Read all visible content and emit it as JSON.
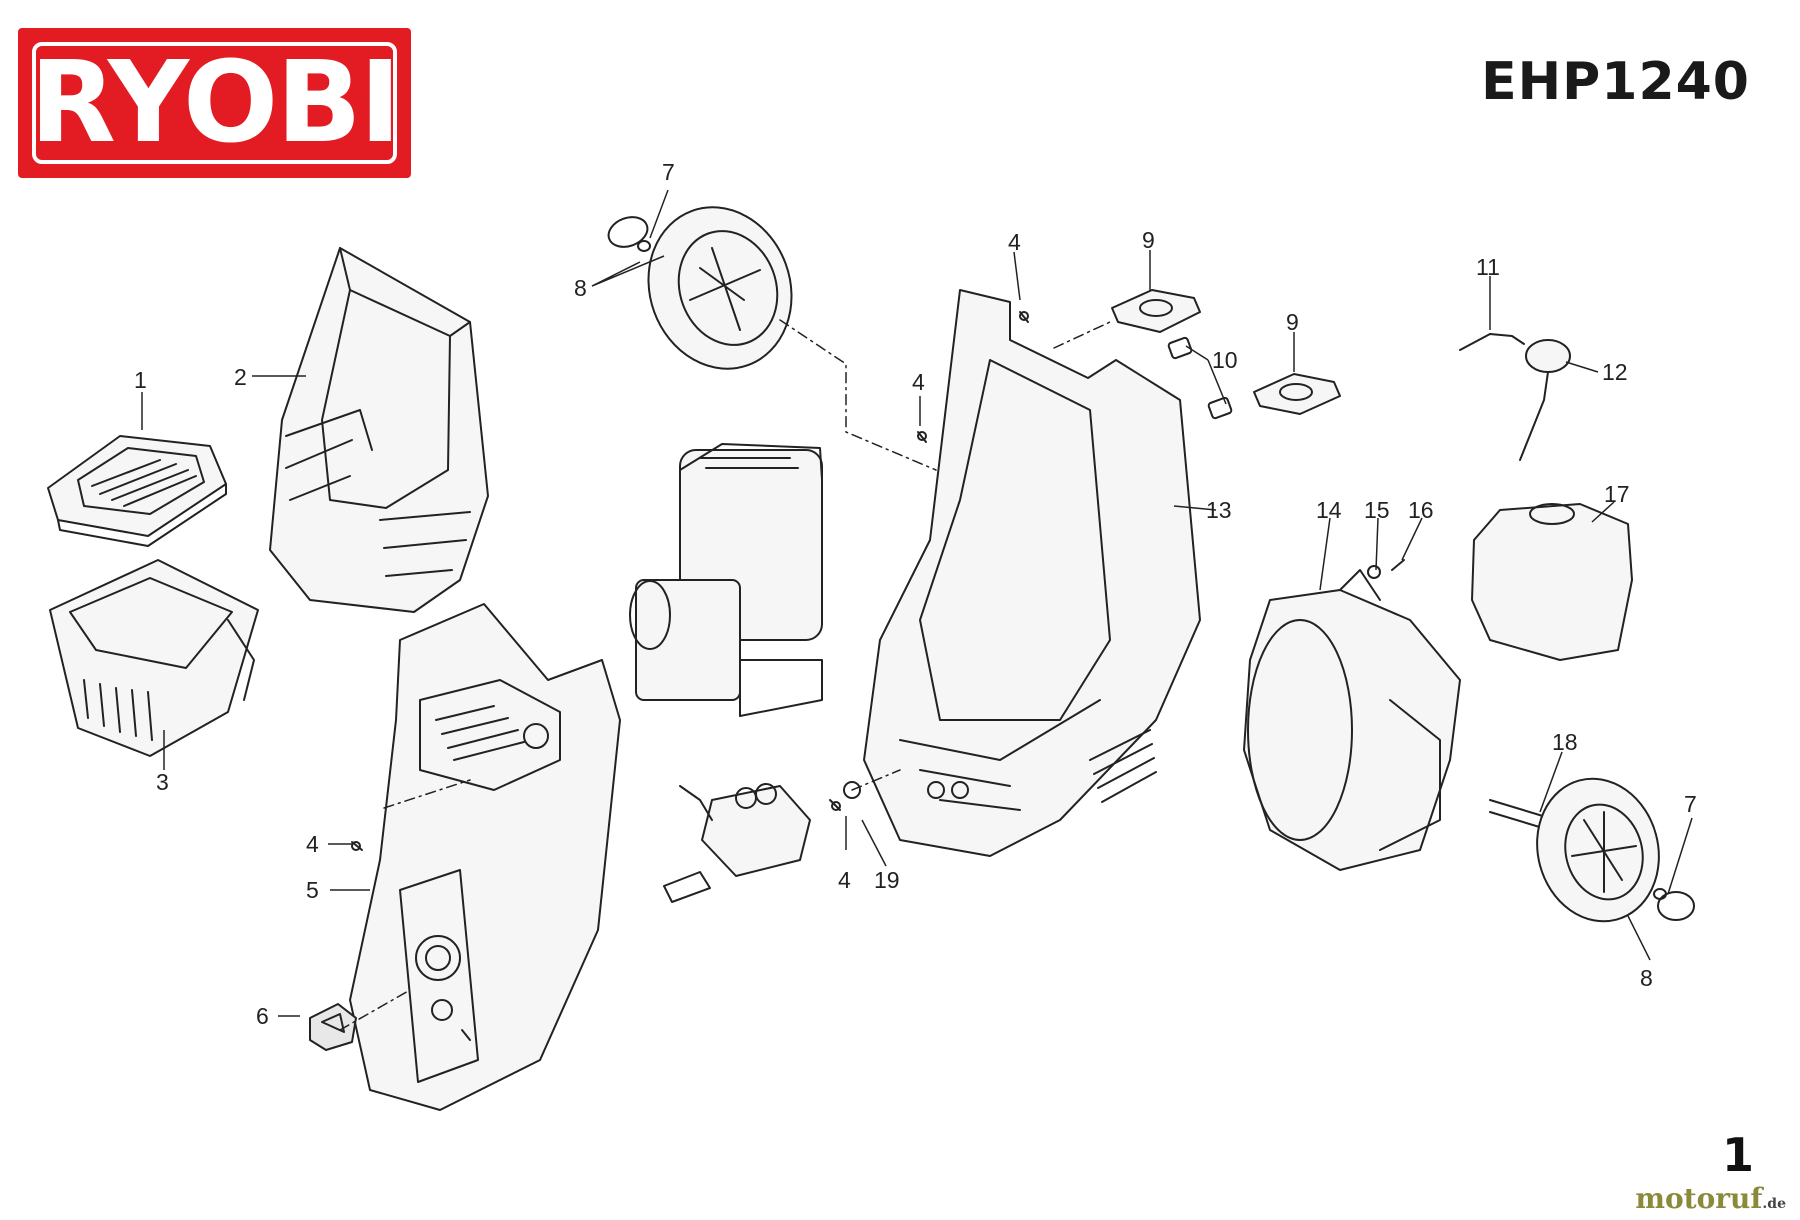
{
  "brand": {
    "logo_text": "RYOBI",
    "color": "#e31b23"
  },
  "model": "EHP1240",
  "page_number": "1",
  "watermark": {
    "part1": "motoruf",
    "part2": ".de"
  },
  "callouts": [
    {
      "id": "c1",
      "text": "1"
    },
    {
      "id": "c2",
      "text": "2"
    },
    {
      "id": "c3",
      "text": "3"
    },
    {
      "id": "c4a",
      "text": "4"
    },
    {
      "id": "c5",
      "text": "5"
    },
    {
      "id": "c6",
      "text": "6"
    },
    {
      "id": "c7a",
      "text": "7"
    },
    {
      "id": "c8a",
      "text": "8"
    },
    {
      "id": "c4b",
      "text": "4"
    },
    {
      "id": "c4c",
      "text": "4"
    },
    {
      "id": "c19",
      "text": "19"
    },
    {
      "id": "c4d",
      "text": "4"
    },
    {
      "id": "c9a",
      "text": "9"
    },
    {
      "id": "c9b",
      "text": "9"
    },
    {
      "id": "c10",
      "text": "10"
    },
    {
      "id": "c13",
      "text": "13"
    },
    {
      "id": "c11",
      "text": "11"
    },
    {
      "id": "c12",
      "text": "12"
    },
    {
      "id": "c14",
      "text": "14"
    },
    {
      "id": "c15",
      "text": "15"
    },
    {
      "id": "c16",
      "text": "16"
    },
    {
      "id": "c17",
      "text": "17"
    },
    {
      "id": "c18",
      "text": "18"
    },
    {
      "id": "c7b",
      "text": "7"
    },
    {
      "id": "c8b",
      "text": "8"
    }
  ]
}
